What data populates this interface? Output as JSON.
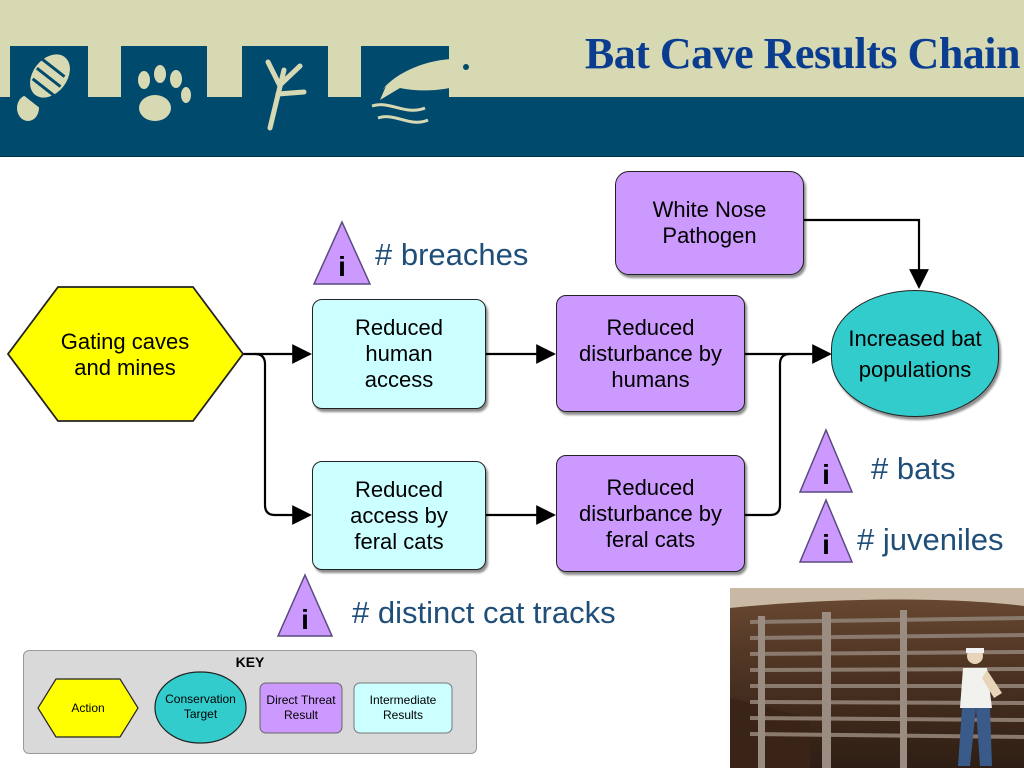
{
  "header": {
    "title": "Bat Cave Results Chain",
    "icons": [
      "boot-print-icon",
      "paw-print-icon",
      "bird-track-icon",
      "fish-icon"
    ],
    "colors": {
      "band": "#004a6e",
      "cream": "#d7d9b3",
      "title": "#0a3d8f"
    }
  },
  "nodes": {
    "action": "Gating caves and mines",
    "intermediate_human": "Reduced human access",
    "intermediate_cats": "Reduced access by feral cats",
    "threat_humans": "Reduced disturbance by humans",
    "threat_cats": "Reduced disturbance by feral cats",
    "pathogen": "White Nose Pathogen",
    "target": "Increased bat populations"
  },
  "indicators": {
    "symbol": "i",
    "breaches": "# breaches",
    "bats": "# bats",
    "juveniles": "# juveniles",
    "cat_tracks": "# distinct cat tracks"
  },
  "key": {
    "title": "KEY",
    "action": "Action",
    "target": "Conservation Target",
    "threat": "Direct Threat Result",
    "intermediate": "Intermediate Results"
  },
  "colors": {
    "action": "#ffff00",
    "target": "#33cccc",
    "threat": "#cc99ff",
    "intermediate": "#ccffff",
    "indicator": "#cc99ff"
  }
}
